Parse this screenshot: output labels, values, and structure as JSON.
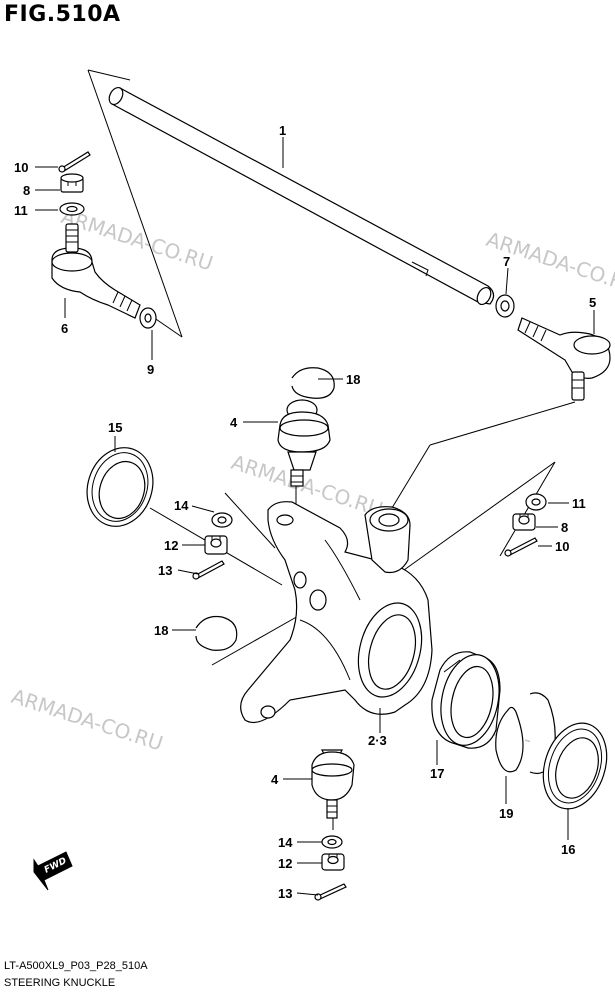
{
  "header": {
    "title": "FIG.510A"
  },
  "footer": {
    "code": "LT-A500XL9_P03_P28_510A",
    "caption": "STEERING KNUCKLE"
  },
  "watermark": "ARMADA-CO.RU",
  "fwd_label": "FWD",
  "callouts": {
    "c1": "1",
    "c2_3": "2·3",
    "c4a": "4",
    "c4b": "4",
    "c5": "5",
    "c6": "6",
    "c7": "7",
    "c8a": "8",
    "c8b": "8",
    "c9": "9",
    "c10a": "10",
    "c10b": "10",
    "c11a": "11",
    "c11b": "11",
    "c12a": "12",
    "c12b": "12",
    "c13a": "13",
    "c13b": "13",
    "c14a": "14",
    "c14b": "14",
    "c15": "15",
    "c16": "16",
    "c17": "17",
    "c18a": "18",
    "c18b": "18",
    "c19": "19"
  }
}
